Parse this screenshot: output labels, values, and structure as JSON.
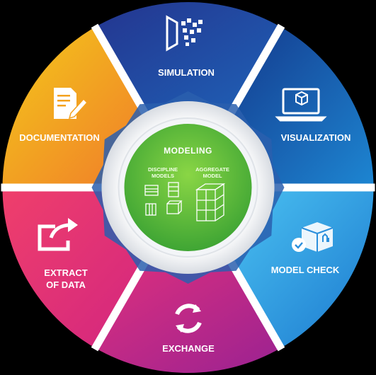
{
  "center": {
    "title": "MODELING",
    "left_caption": [
      "DISCIPLINE",
      "MODELS"
    ],
    "right_caption": [
      "AGGREGATE",
      "MODEL"
    ],
    "color": "#6cc23a"
  },
  "segments": [
    {
      "id": "simulation",
      "label": [
        "SIMULATION"
      ],
      "icon": "simulation-icon",
      "color": "#1f4fa3"
    },
    {
      "id": "visualization",
      "label": [
        "VISUALIZATION"
      ],
      "icon": "laptop-cube-icon",
      "color": "#1769b8"
    },
    {
      "id": "model-check",
      "label": [
        "MODEL CHECK"
      ],
      "icon": "box-check-icon",
      "color": "#2e9be0"
    },
    {
      "id": "exchange",
      "label": [
        "EXCHANGE"
      ],
      "icon": "exchange-arrows-icon",
      "color": "#c42a86"
    },
    {
      "id": "extract-of-data",
      "label": [
        "EXTRACT",
        "OF DATA"
      ],
      "icon": "share-arrow-icon",
      "color": "#ec2f6a"
    },
    {
      "id": "documentation",
      "label": [
        "DOCUMENTATION"
      ],
      "icon": "document-pen-icon",
      "color": "#f4a21e"
    }
  ],
  "colors": {
    "divider": "#ffffff",
    "ring": "#eef0f3"
  }
}
